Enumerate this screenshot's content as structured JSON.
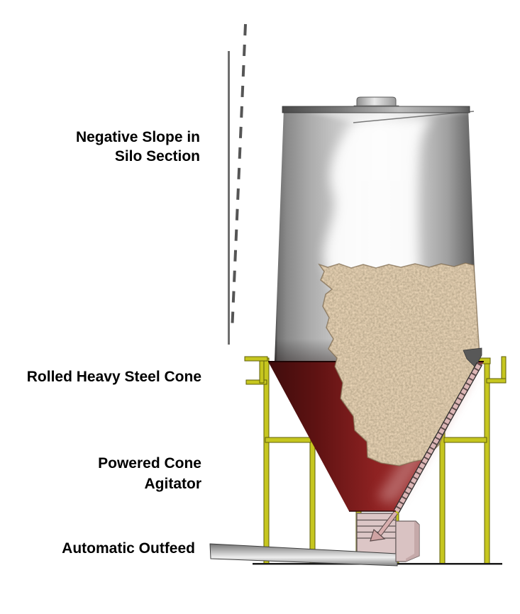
{
  "title": "Silo cutaway diagram",
  "background": "#ffffff",
  "labels": {
    "negative_slope": {
      "lines": [
        "Negative Slope in",
        "Silo Section"
      ]
    },
    "steel_cone": {
      "lines": [
        "Rolled Heavy Steel Cone"
      ]
    },
    "cone_agitator": {
      "lines": [
        "Powered Cone",
        "Agitator"
      ]
    },
    "automatic_outfeed": {
      "lines": [
        "Automatic Outfeed"
      ]
    }
  },
  "diagram_parts": [
    "vertical-reference-line",
    "negative-slope-dashed-line",
    "silo-cap",
    "silo-top-rim",
    "silo-body",
    "fill-material",
    "steel-cone",
    "cone-agitator-tube",
    "agitator-paddle",
    "support-frame",
    "outfeed-housing",
    "outfeed-motor-box",
    "outfeed-auger",
    "ground-line"
  ],
  "colors": {
    "label_text": "#000000",
    "frame_yellow": "#c6c61f",
    "cone_red": "#8e2222",
    "material_tan": "#b3976f",
    "metal_light": "#e8e8e8",
    "metal_dark": "#333333",
    "agitator_pink": "#dcb6b6",
    "housing_pink": "#dcc6c6"
  }
}
